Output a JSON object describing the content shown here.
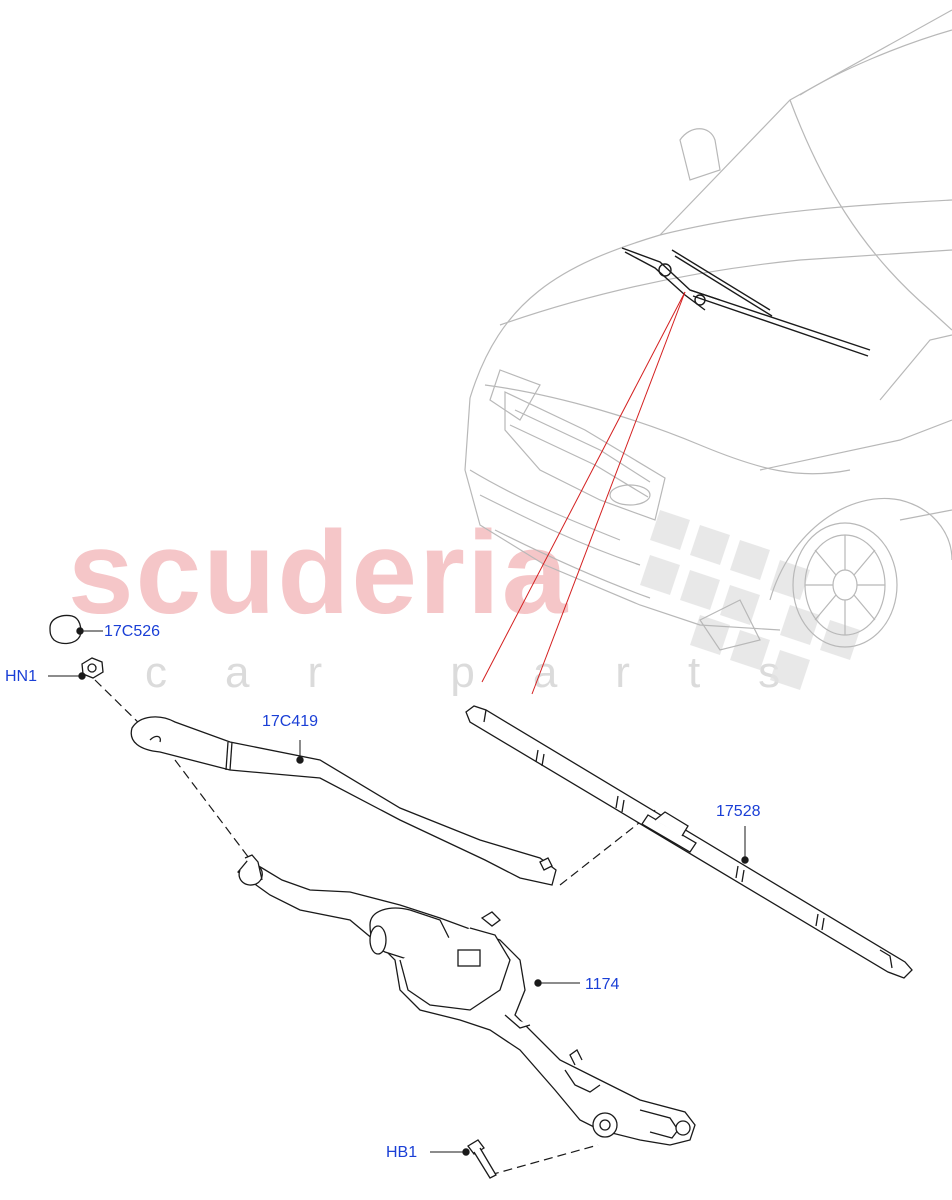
{
  "watermark": {
    "brand": "scuderia",
    "tagline": "car parts"
  },
  "callouts": {
    "c17c526": "17C526",
    "hn1": "HN1",
    "c17c419": "17C419",
    "c17528": "17528",
    "c1174": "1174",
    "hb1": "HB1"
  },
  "colors": {
    "callout_text": "#1a3fd6",
    "leader_line": "#d42020",
    "drawing": "#1a1a1a",
    "car_outline": "#b8b8b8",
    "watermark": "#f2b3b6"
  }
}
